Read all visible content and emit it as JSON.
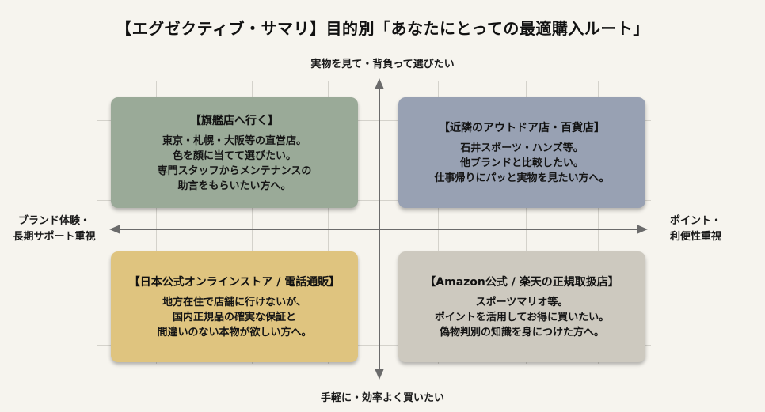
{
  "title": "【エグゼクティブ・サマリ】目的別「あなたにとっての最適購入ルート」",
  "axes": {
    "top": "実物を見て・背負って選びたい",
    "bottom": "手軽に・効率よく買いたい",
    "left": [
      "ブランド体験・",
      "長期サポート重視"
    ],
    "right": [
      "ポイント・",
      "利便性重視"
    ]
  },
  "colors": {
    "background": "#f6f4ee",
    "grid": "#d4d2cb",
    "axis": "#6b6b6b",
    "card_tl": "#9aaa98",
    "card_tr": "#98a1b3",
    "card_bl": "#dfc47f",
    "card_br": "#cdc9bf"
  },
  "quadrants": {
    "top_left": {
      "title": "【旗艦店へ行く】",
      "lines": [
        "東京・札幌・大阪等の直営店。",
        "色を顔に当てて選びたい。",
        "専門スタッフからメンテナンスの",
        "助言をもらいたい方へ。"
      ]
    },
    "top_right": {
      "title": "【近隣のアウトドア店・百貨店】",
      "lines": [
        "石井スポーツ・ハンズ等。",
        "他ブランドと比較したい。",
        "仕事帰りにパッと実物を見たい方へ。"
      ]
    },
    "bottom_left": {
      "title": "【日本公式オンラインストア / 電話通販】",
      "lines": [
        "地方在住で店舗に行けないが、",
        "国内正規品の確実な保証と",
        "間違いのない本物が欲しい方へ。"
      ]
    },
    "bottom_right": {
      "title": "【Amazon公式 / 楽天の正規取扱店】",
      "lines": [
        "スポーツマリオ等。",
        "ポイントを活用してお得に買いたい。",
        "偽物判別の知識を身につけた方へ。"
      ]
    }
  }
}
